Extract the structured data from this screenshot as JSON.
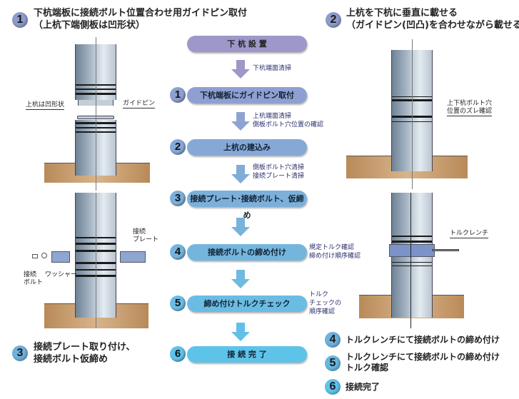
{
  "panel1": {
    "number": "1",
    "title_line1": "下杭端板に接続ボルト位置合わせ用ガイドピン取付",
    "title_line2": "（上杭下端側板は凹形状）",
    "label_concave": "上杭は凹形状",
    "label_guide_pin": "ガイドピン"
  },
  "panel2": {
    "number": "2",
    "title_line1": "上杭を下杭に垂直に載せる",
    "title_line2": "（ガイドピン(凹凸)を合わせながら載せる）",
    "label_check_line1": "上下杭ボルト穴",
    "label_check_line2": "位置のズレ確認"
  },
  "panel3": {
    "number": "3",
    "title_line1": "接続プレート取り付け、",
    "title_line2": "接続ボルト仮締め",
    "label_plate_line1": "接続",
    "label_plate_line2": "プレート",
    "label_bolt_line1": "接続",
    "label_bolt_line2": "ボルト",
    "label_washer": "ワッシャー"
  },
  "panel4": {
    "label_wrench": "トルクレンチ"
  },
  "flow": {
    "start": "下 杭 設 置",
    "steps": [
      {
        "number": "1",
        "label": "下杭端板にガイドピン取付",
        "color": "#8f9fd2"
      },
      {
        "number": "2",
        "label": "上杭の建込み",
        "color": "#85a8d6"
      },
      {
        "number": "3",
        "label": "接続プレート･接続ボルト、仮締め",
        "color": "#7cb0da"
      },
      {
        "number": "4",
        "label": "接続ボルトの締め付け",
        "color": "#74b5de"
      },
      {
        "number": "5",
        "label": "締め付けトルクチェック",
        "color": "#6bbce3"
      },
      {
        "number": "6",
        "label": "接 続 完 了",
        "color": "#5ec3e9"
      }
    ],
    "notes": {
      "a": "下杭端面清掃",
      "b1": "上杭端面清掃",
      "b2": "側板ボルト穴位置の確認",
      "c1": "側板ボルト穴清掃",
      "c2": "接続プレート清掃",
      "d1": "規定トルク確認",
      "d2": "締め付け順序確認",
      "e1": "トルク",
      "e2": "チェックの",
      "e3": "順序確認"
    }
  },
  "list": [
    {
      "number": "4",
      "line1": "トルクレンチにて接続ボルトの締め付け"
    },
    {
      "number": "5",
      "line1": "トルクレンチにて接続ボルトの締め付け",
      "line2": "トルク確認"
    },
    {
      "number": "6",
      "line1": "接続完了"
    }
  ],
  "colors": {
    "start": "#9d98c9",
    "circle_top": "#8e9ccc",
    "circle_bottom": "#5fb8e4"
  }
}
